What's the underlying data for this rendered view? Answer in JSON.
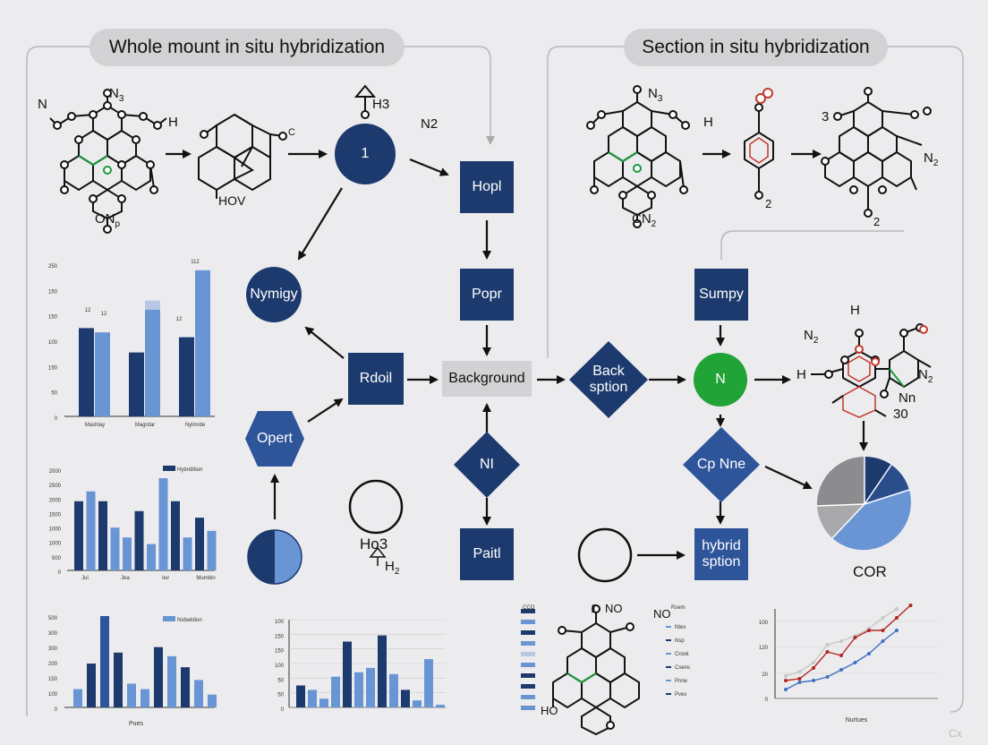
{
  "titles": {
    "left": "Whole mount in situ hybridization",
    "right": "Section in situ hybridization"
  },
  "nodes": {
    "circle_1": "1",
    "hopl": "Hopl",
    "popr": "Popr",
    "nymigy": "Nymigy",
    "rdoil": "Rdoil",
    "background": "Background",
    "back_sption": "Back sption",
    "n_green": "N",
    "sumpy": "Sumpy",
    "opert": "Opert",
    "ni": "NI",
    "paitl": "Paitl",
    "cp_nne": "Cp Nne",
    "hybrid_sption": "hybrid sption",
    "cor": "COR"
  },
  "molecule_labels": {
    "m1_n": "N",
    "m1_n3": "N",
    "m1_n3_sub": "3",
    "m1_h": "H",
    "m1_on": "ON",
    "m1_on_sub": "p",
    "m2_hov": "HOV",
    "m2_c": "C",
    "triangle_h3": "H3",
    "n2_label": "N2",
    "m3_n3": "N",
    "m3_n3_sub": "3",
    "m3_h": "H",
    "m3_cn": "CN",
    "m3_cn_sub": "2",
    "m4_o2": "2",
    "m5_3": "3",
    "m5_n2": "N",
    "m5_n2_sub": "2",
    "m5_o2": "2",
    "m6_ho": "H",
    "m6_n2": "N",
    "m6_n2_sub": "2",
    "m6_h": "H",
    "m6_n2b": "N",
    "m6_n2b_sub": "2",
    "m6_nn": "Nn",
    "m6_30": "30",
    "ho3": "Ho3",
    "h2": "H",
    "h2_sub": "2",
    "m7_no": "NO",
    "m7_no2": "NO",
    "m7_ho": "HO",
    "m7_1": "1"
  },
  "chart_data": [
    {
      "type": "bar",
      "categories": [
        "Mashlay",
        "Magrdar",
        "Nylmrde"
      ],
      "series": [
        {
          "values": [
            145,
            105,
            130
          ]
        },
        {
          "values": [
            138,
            175,
            240
          ]
        }
      ],
      "data_labels": [
        "12",
        "12",
        "2",
        "12",
        "112"
      ],
      "yticks": [
        "250",
        "150",
        "150",
        "100",
        "150",
        "50",
        "0"
      ],
      "ylim": [
        0,
        250
      ]
    },
    {
      "type": "bar",
      "legend": "Hybridition",
      "categories": [
        "Jui",
        "Jea",
        "Iev",
        "Mumbin"
      ],
      "yticks": [
        "2000",
        "2500",
        "2000",
        "1500",
        "1000",
        "1000",
        "500",
        "0"
      ],
      "ylim": [
        0,
        2800
      ]
    },
    {
      "type": "bar",
      "legend": "Nsbwldion",
      "xlabel": "Pues",
      "yticks": [
        "500",
        "300",
        "300",
        "200",
        "150",
        "100",
        "0"
      ],
      "ylim": [
        0,
        500
      ]
    },
    {
      "type": "bar",
      "yticks": [
        "100",
        "150",
        "150",
        "100",
        "50",
        "50",
        "0"
      ],
      "ylim": [
        0,
        100
      ]
    },
    {
      "type": "table",
      "items": [
        "Ntex",
        "Nsp",
        "Crosk",
        "Csens",
        "Pnne",
        "Pves"
      ],
      "header": "Rsem"
    },
    {
      "type": "line",
      "xlabel": "Nurtues",
      "yticks": [
        "100",
        "120",
        "20",
        "0"
      ],
      "ylim": [
        0,
        140
      ]
    }
  ],
  "watermark": "Cx"
}
